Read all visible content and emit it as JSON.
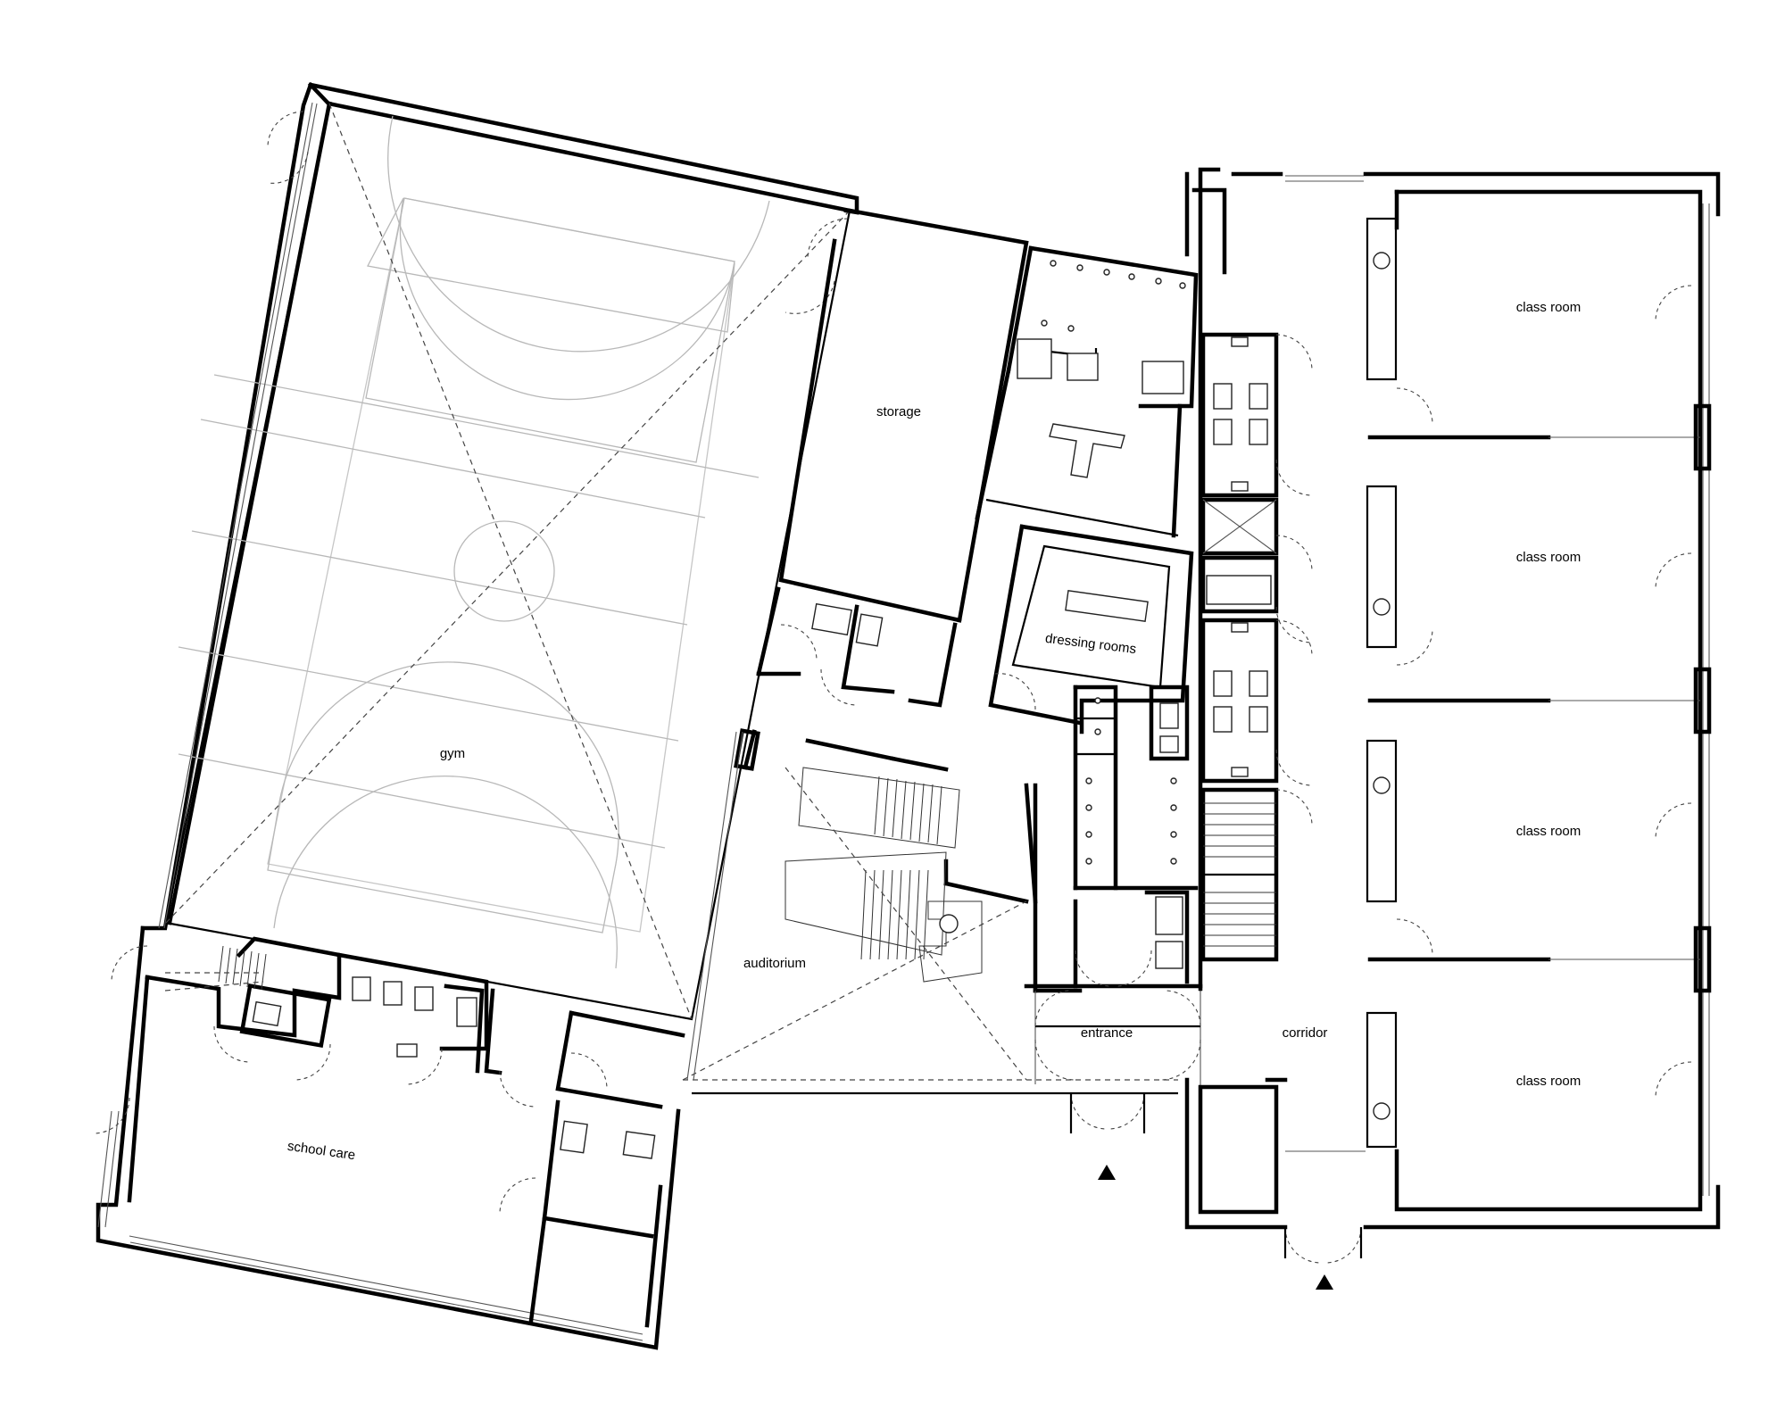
{
  "rooms": {
    "gym": "gym",
    "storage": "storage",
    "dressing_rooms": "dressing rooms",
    "auditorium": "auditorium",
    "school_care": "school care",
    "entrance": "entrance",
    "corridor": "corridor",
    "class_room_1": "class room",
    "class_room_2": "class room",
    "class_room_3": "class room",
    "class_room_4": "class room"
  },
  "colors": {
    "wall": "#000000",
    "court_lines": "#b8b8b8",
    "background": "#ffffff"
  }
}
